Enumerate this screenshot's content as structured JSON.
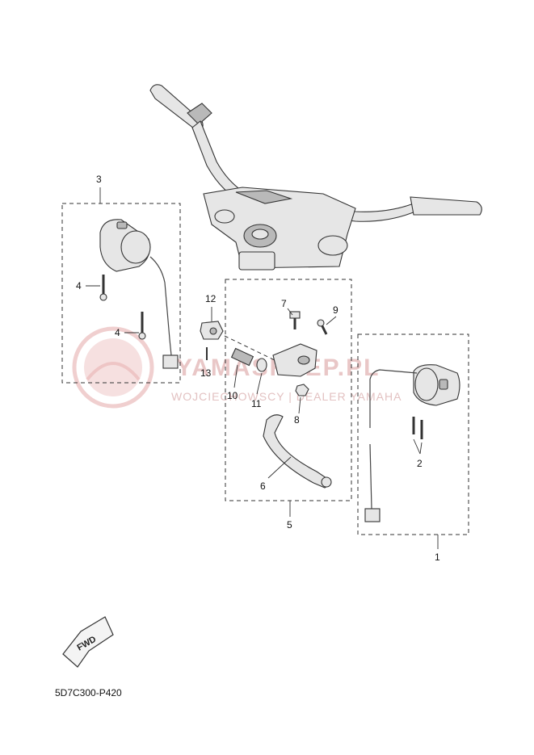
{
  "diagram": {
    "code": "5D7C300-P420",
    "watermark": {
      "brand": "YAMASKLEP.PL",
      "subtitle": "WOJCIECHOWSCY | DEALER YAMAHA"
    },
    "fwd_label": "FWD",
    "callouts": {
      "c1": "1",
      "c2": "2",
      "c3": "3",
      "c4a": "4",
      "c4b": "4",
      "c5": "5",
      "c6": "6",
      "c7": "7",
      "c8": "8",
      "c9": "9",
      "c10": "10",
      "c11": "11",
      "c12": "12",
      "c13": "13"
    }
  }
}
